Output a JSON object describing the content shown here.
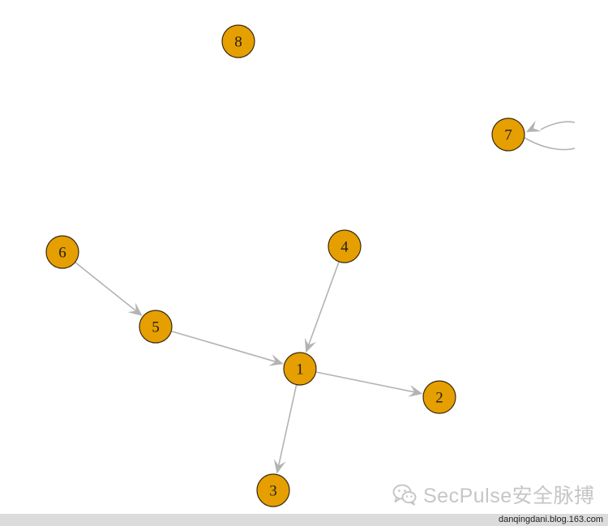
{
  "diagram": {
    "type": "directed-graph",
    "colors": {
      "node_fill": "#e69f00",
      "node_stroke": "#3a2a10",
      "edge": "#b3b3b3"
    },
    "nodes": [
      {
        "id": "1",
        "label": "1"
      },
      {
        "id": "2",
        "label": "2"
      },
      {
        "id": "3",
        "label": "3"
      },
      {
        "id": "4",
        "label": "4"
      },
      {
        "id": "5",
        "label": "5"
      },
      {
        "id": "6",
        "label": "6"
      },
      {
        "id": "7",
        "label": "7"
      },
      {
        "id": "8",
        "label": "8"
      }
    ],
    "edges": [
      {
        "from": "4",
        "to": "1"
      },
      {
        "from": "5",
        "to": "1"
      },
      {
        "from": "1",
        "to": "2"
      },
      {
        "from": "1",
        "to": "3"
      },
      {
        "from": "6",
        "to": "5"
      },
      {
        "from": "7",
        "to": "7"
      }
    ]
  },
  "watermark": {
    "text": "SecPulse安全脉搏",
    "icon": "wechat-icon"
  },
  "footer": {
    "text": "danqingdani.blog.163.com"
  }
}
